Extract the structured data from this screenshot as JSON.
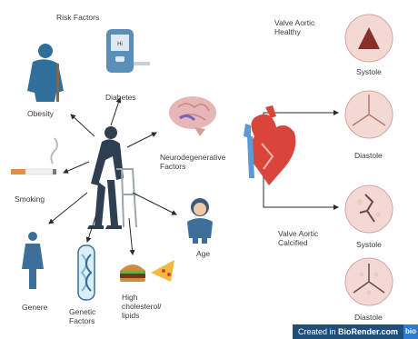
{
  "risk_factors": {
    "title": "Risk Factors",
    "obesity": "Obesity",
    "diabetes": "Diabetes",
    "neurodegenerative_1": "Neurodegenerative",
    "neurodegenerative_2": "Factors",
    "smoking": "Smoking",
    "age": "Age",
    "genere": "Genere",
    "genetic_1": "Genetic",
    "genetic_2": "Factors",
    "cholesterol_1": "High",
    "cholesterol_2": "cholesterol/",
    "cholesterol_3": "lipids",
    "glucometer_reading": "Hi"
  },
  "valve": {
    "healthy_1": "Valve Aortic",
    "healthy_2": "Healthy",
    "calcified_1": "Valve Aortic",
    "calcified_2": "Calcified",
    "systole": "Systole",
    "diastole": "Diastole"
  },
  "badge": {
    "prefix": "Created in ",
    "brand": "BioRender.com",
    "logo": "bio"
  },
  "colors": {
    "figure": "#2f3f52",
    "arrow": "#2b2b2b",
    "heart_red": "#d9453b",
    "heart_blue": "#5a9bd5",
    "valve_bg": "#f2d9d4",
    "badge_bg": "#1f4e79"
  }
}
